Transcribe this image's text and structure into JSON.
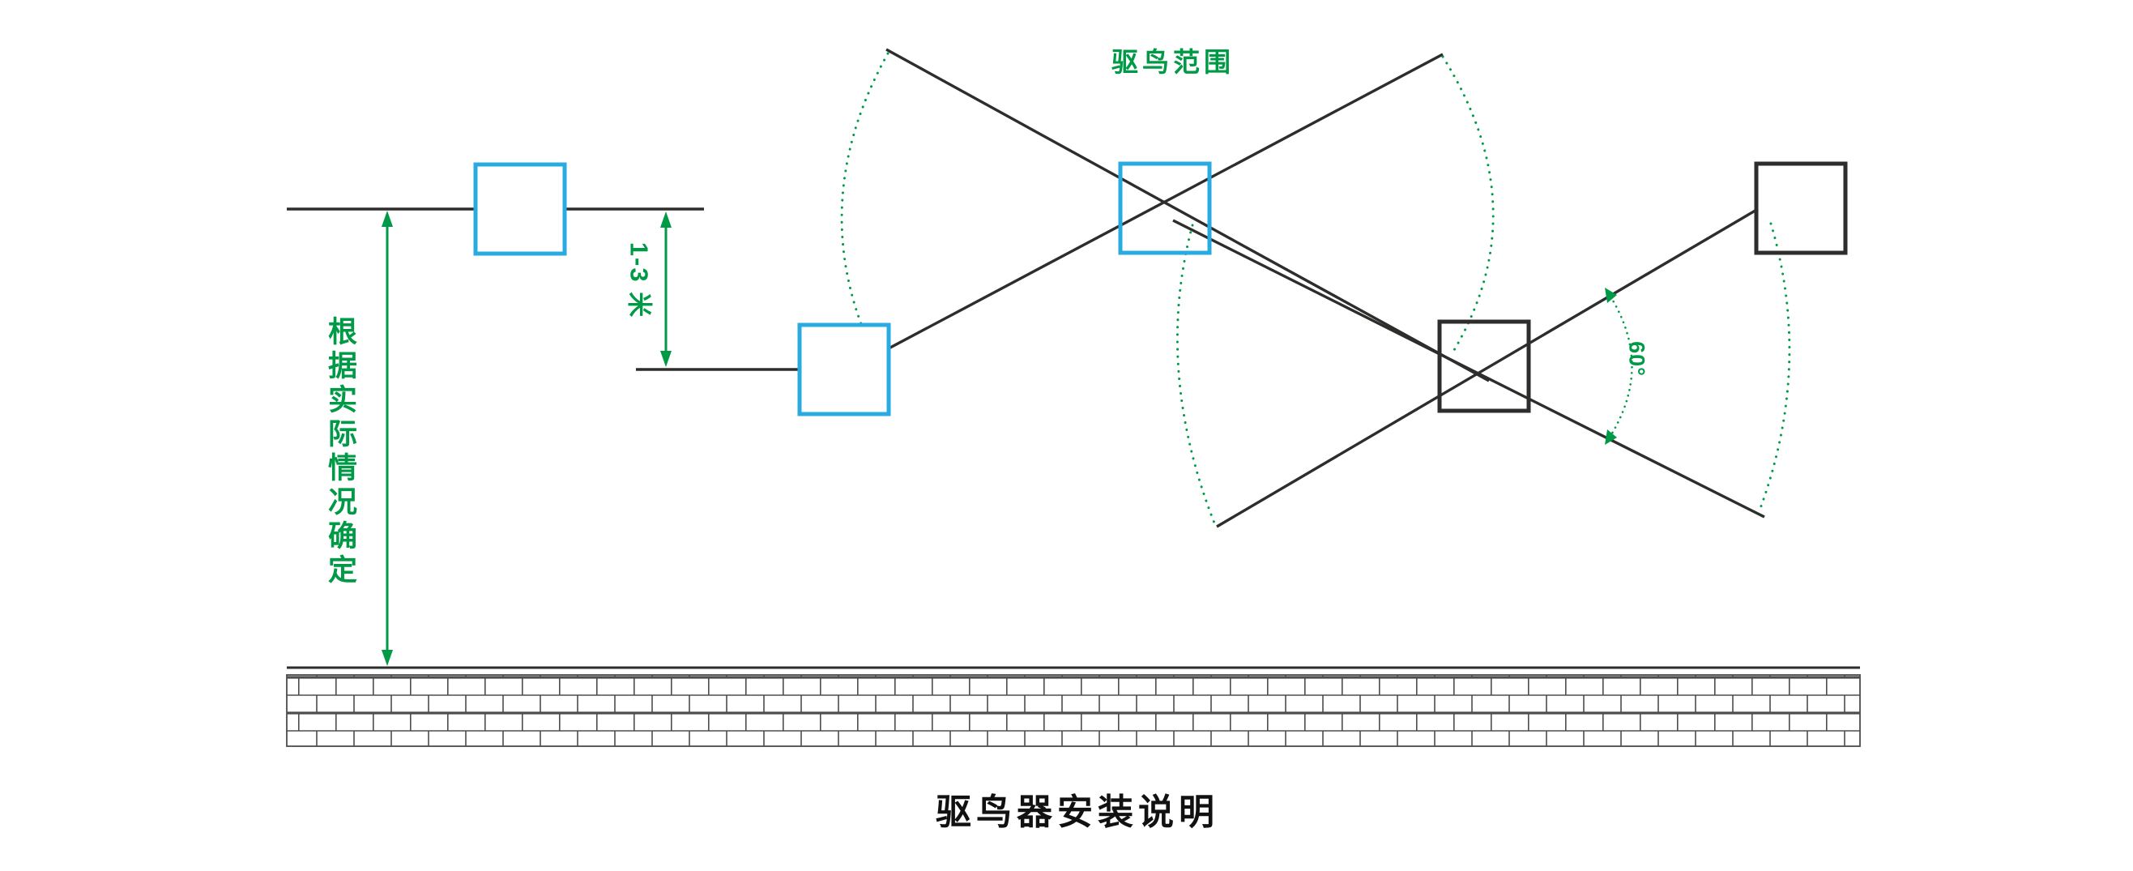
{
  "page": {
    "background": "#ffffff"
  },
  "labels": {
    "range": "驱鸟范围",
    "height_note": "根据实际情况确定",
    "spacing": "1-3 米",
    "angle": "60°",
    "title": "驱鸟器安装说明"
  },
  "colors": {
    "annotation_green": "#009946",
    "device_cyan": "#29abe2",
    "line_dark": "#2e2d2c",
    "wall_gray": "#4d4d4d"
  },
  "diagram": {
    "devices": [
      {
        "id": "device-left",
        "outline": "cyan"
      },
      {
        "id": "device-mid",
        "outline": "cyan"
      },
      {
        "id": "device-crossing-1",
        "outline": "cyan"
      },
      {
        "id": "device-crossing-2",
        "outline": "dark"
      },
      {
        "id": "device-right",
        "outline": "dark"
      }
    ]
  }
}
